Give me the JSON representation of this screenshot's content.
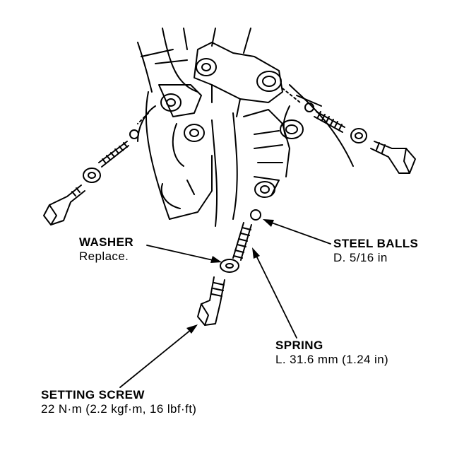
{
  "labels": {
    "washer": {
      "title": "WASHER",
      "note": "Replace."
    },
    "steel_balls": {
      "title": "STEEL BALLS",
      "spec": "D. 5/16 in"
    },
    "spring": {
      "title": "SPRING",
      "spec": "L. 31.6 mm (1.24 in)"
    },
    "setting_screw": {
      "title": "SETTING SCREW",
      "torque": "22 N·m (2.2 kgf·m, 16 lbf·ft)"
    }
  }
}
